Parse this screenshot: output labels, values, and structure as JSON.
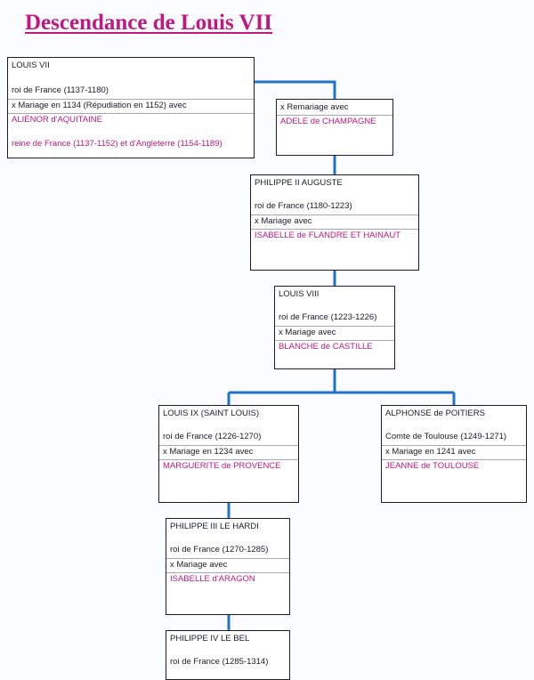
{
  "title": "Descendance de Louis VII",
  "colors": {
    "title": "#c01880",
    "spouse": "#c01880",
    "connector": "#1f73c8",
    "text": "#1a1a2e"
  },
  "boxes": {
    "louis7": {
      "name": "LOUIS VII",
      "title": "roi de France (1137-1180)",
      "marriage": "x Mariage en 1134 (Répudiation en 1152) avec",
      "spouse": "ALIÉNOR d'AQUITAINE",
      "spouse_title": "reine de France (1137-1152) et d'Angleterre (1154-1189)"
    },
    "remariage": {
      "marriage": "x Remariage avec",
      "spouse": "ADELE de CHAMPAGNE"
    },
    "philippe2": {
      "name": "PHILIPPE II AUGUSTE",
      "title": "roi de France (1180-1223)",
      "marriage": "x Mariage avec",
      "spouse": "ISABELLE de FLANDRE ET HAINAUT"
    },
    "louis8": {
      "name": "LOUIS VIII",
      "title": "roi de France (1223-1226)",
      "marriage": "x Mariage avec",
      "spouse": "BLANCHE de CASTILLE"
    },
    "louis9": {
      "name": "LOUIS IX (SAINT LOUIS)",
      "title": "roi de France (1226-1270)",
      "marriage": "x Mariage en 1234 avec",
      "spouse": "MARGUERITE de PROVENCE"
    },
    "alphonse": {
      "name": "ALPHONSE de POITIERS",
      "title": "Comte de Toulouse (1249-1271)",
      "marriage": "x Mariage en 1241 avec",
      "spouse": "JEANNE de TOULOUSE"
    },
    "philippe3": {
      "name": "PHILIPPE III LE HARDI",
      "title": "roi de France (1270-1285)",
      "marriage": "x Mariage avec",
      "spouse": "ISABELLE d'ARAGON"
    },
    "philippe4": {
      "name": "PHILIPPE IV LE BEL",
      "title": "roi de France (1285-1314)"
    }
  }
}
